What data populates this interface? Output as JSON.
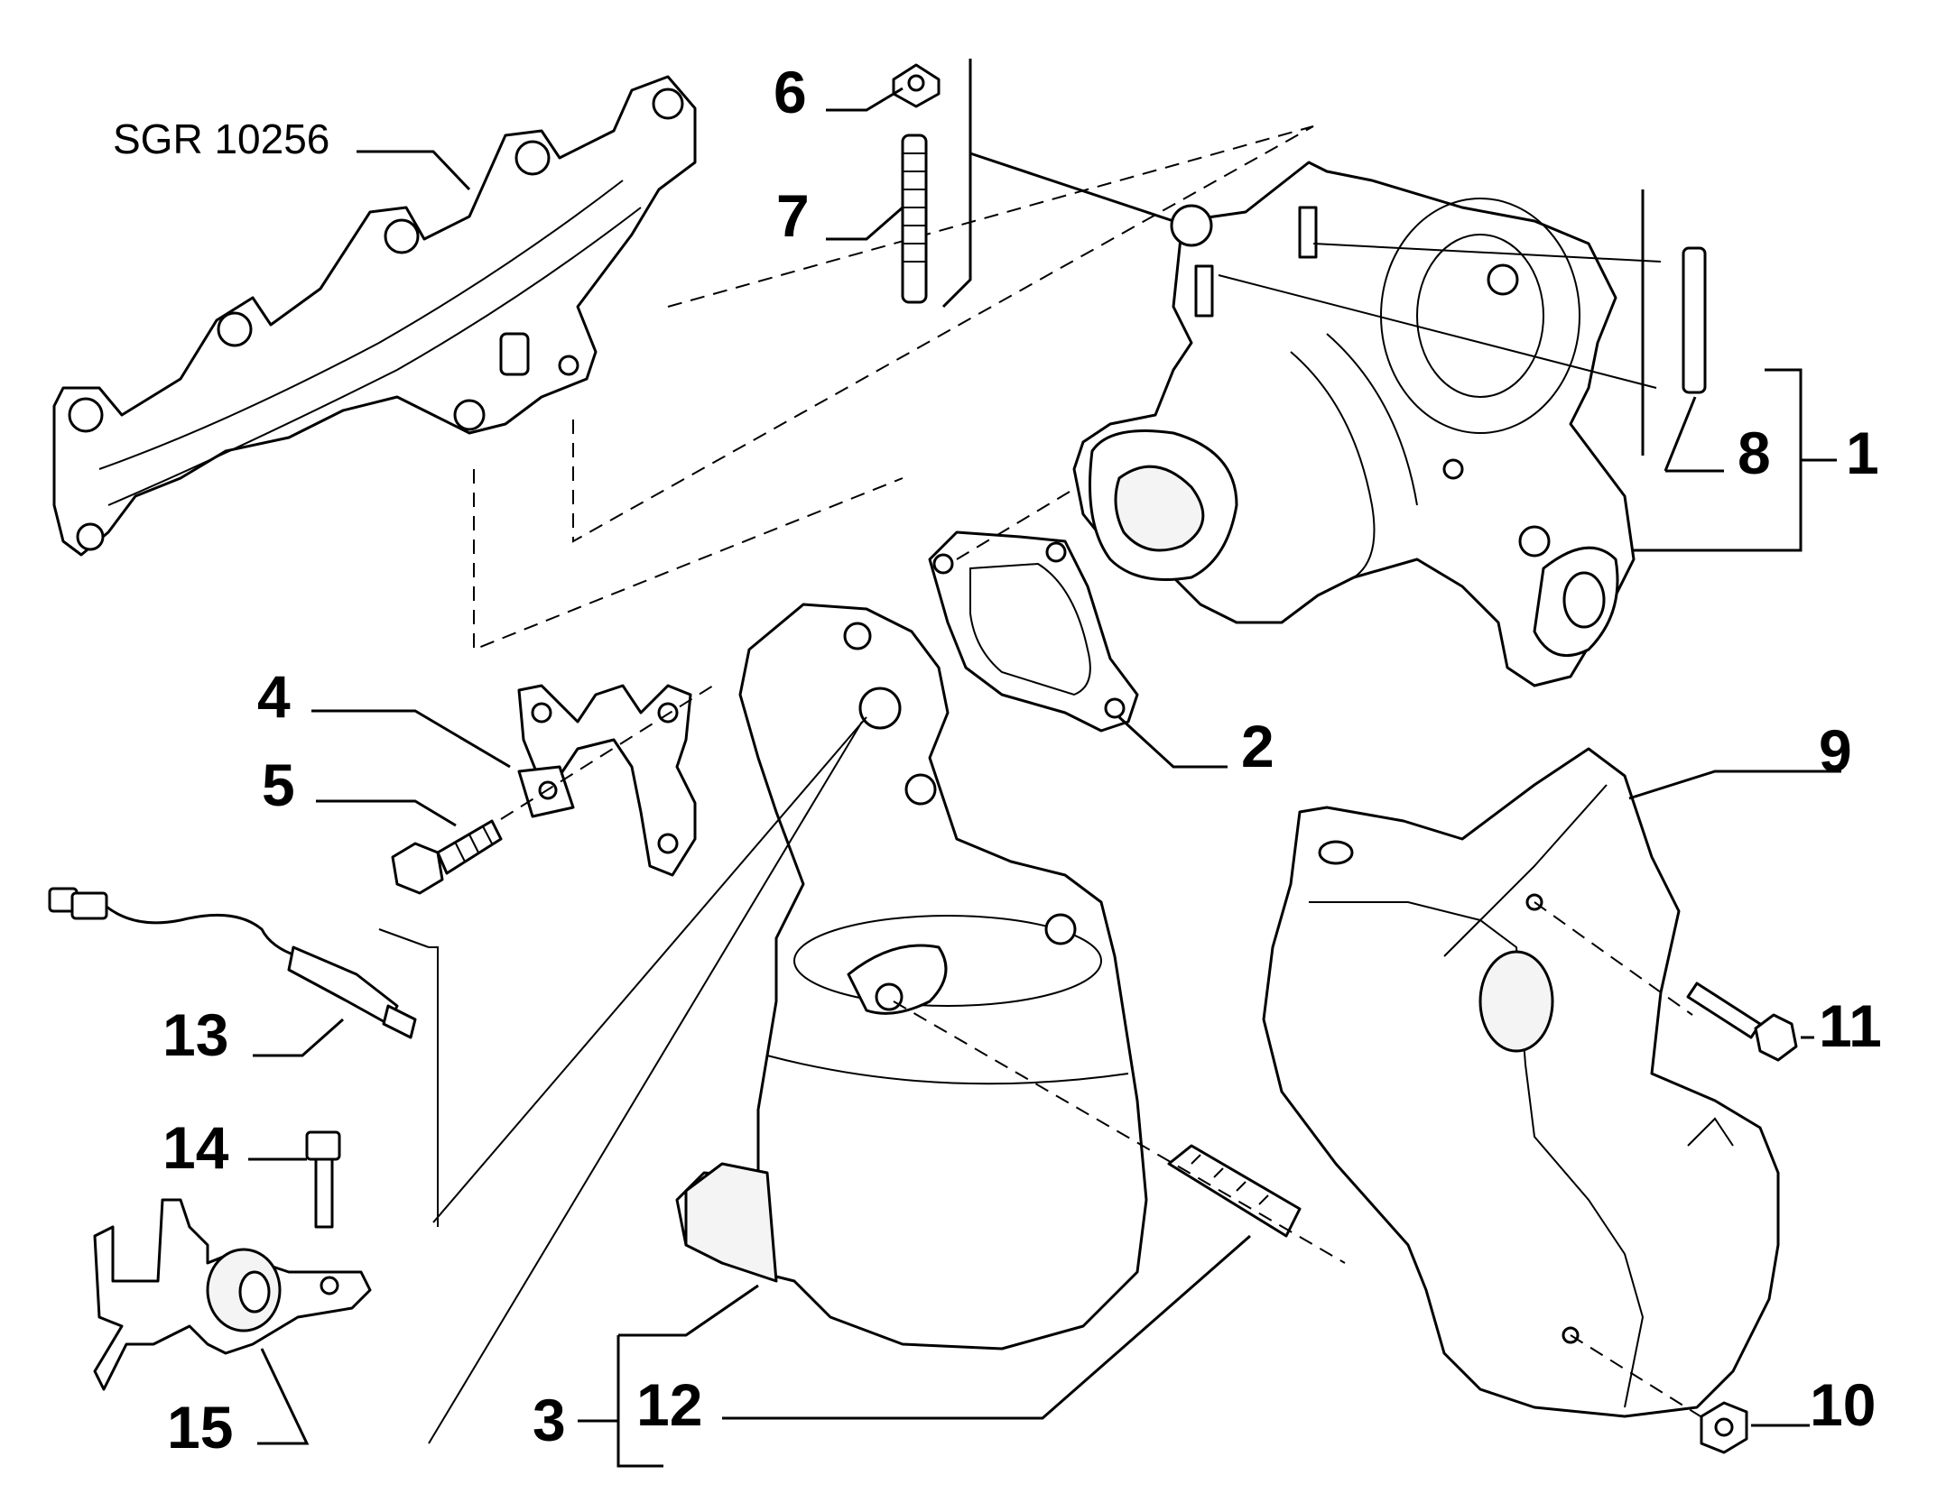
{
  "drawing_ref": "SGR 10256",
  "callouts": [
    "1",
    "2",
    "3",
    "4",
    "5",
    "6",
    "7",
    "8",
    "9",
    "10",
    "11",
    "12",
    "13",
    "14",
    "15"
  ],
  "part_icons": {
    "manifold": "exhaust-manifold-icon",
    "turbo": "turbocharger-icon",
    "catalyst": "catalytic-converter-icon",
    "shield": "heat-shield-icon",
    "sensor": "lambda-sensor-icon"
  }
}
